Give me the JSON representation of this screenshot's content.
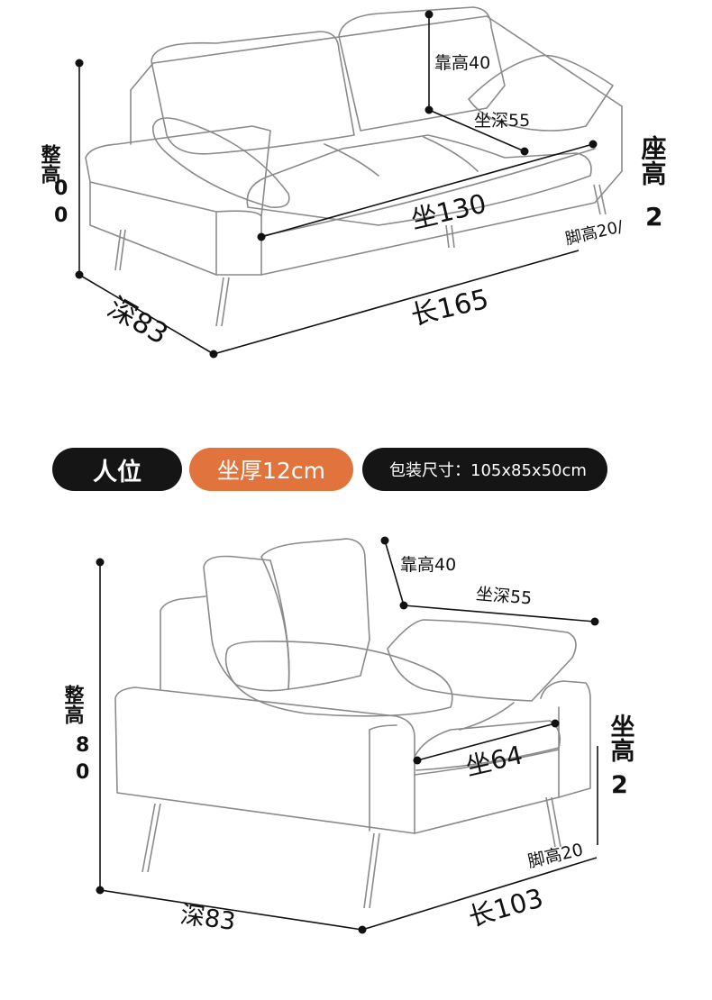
{
  "top_sofa": {
    "back_height": "靠高40",
    "seat_depth": "坐深55",
    "seat_width": "坐130",
    "total_height_label": "整高",
    "total_height_digits": [
      "0",
      "0"
    ],
    "seat_height_label": "座高",
    "seat_height_value": "2",
    "leg_height": "脚高20/",
    "length": "长165",
    "depth": "深83"
  },
  "tags": {
    "seat_count": "人位",
    "cushion": "坐厚12cm",
    "package": "包装尺寸：105x85x50cm"
  },
  "bottom_sofa": {
    "back_height": "靠高40",
    "seat_depth": "坐深55",
    "seat_width": "坐64",
    "total_height_label": "整高",
    "total_height_digits": [
      "8",
      "0"
    ],
    "seat_height_label": "坐高",
    "seat_height_value": "2",
    "leg_height": "脚高20",
    "length": "长103",
    "depth": "深83"
  }
}
